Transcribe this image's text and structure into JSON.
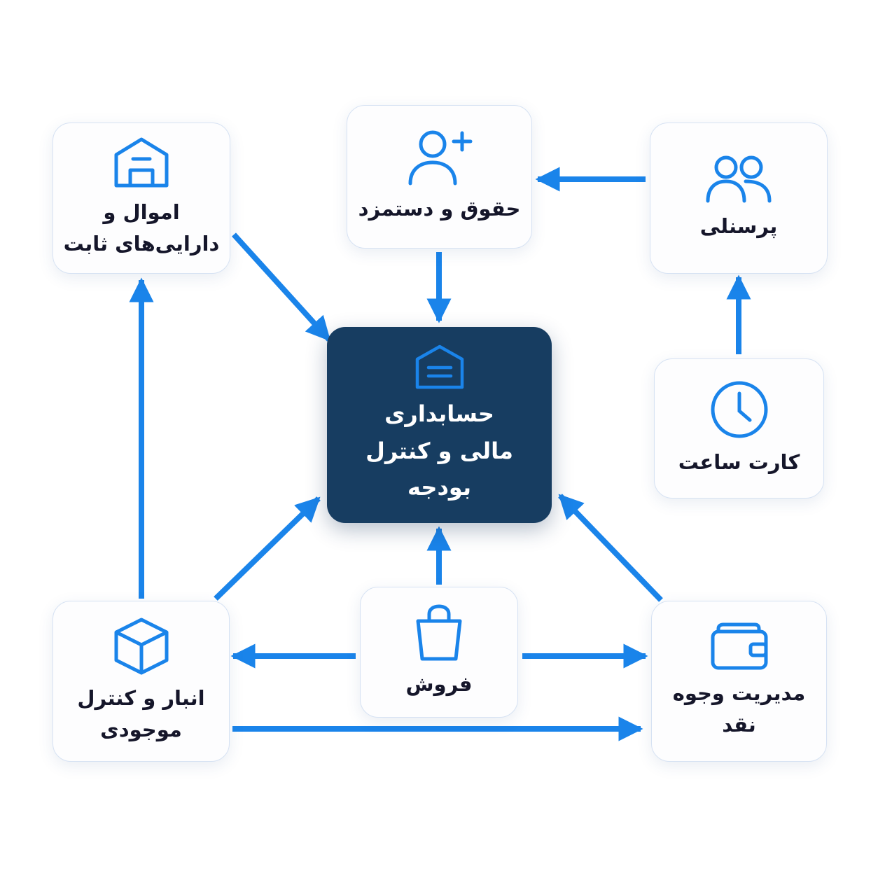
{
  "colors": {
    "accent": "#1a84ea",
    "center_fill": "#173d61",
    "card_fill": "#fdfdfe",
    "card_border": "#d6e2f3",
    "text_dark": "#15162a",
    "text_light": "#ffffff"
  },
  "nodes": {
    "assets": {
      "line1": "اموال و",
      "line2": "دارایی‌های ثابت",
      "icon": "warehouse-icon"
    },
    "payroll": {
      "line1": "حقوق و دستمزد",
      "icon": "user-plus-icon"
    },
    "personnel": {
      "line1": "پرسنلی",
      "icon": "users-icon"
    },
    "center": {
      "line1": "حسابداری",
      "line2": "مالی و کنترل",
      "line3": "بودجه",
      "icon": "warehouse-icon"
    },
    "timecard": {
      "line1": "کارت ساعت",
      "icon": "clock-icon"
    },
    "inventory": {
      "line1": "انبار و کنترل",
      "line2": "موجودی",
      "icon": "box-icon"
    },
    "sales": {
      "line1": "فروش",
      "icon": "shopping-bag-icon"
    },
    "cash": {
      "line1": "مدیریت وجوه",
      "line2": "نقد",
      "icon": "wallet-icon"
    }
  },
  "edges": [
    {
      "from": "personnel",
      "to": "payroll"
    },
    {
      "from": "payroll",
      "to": "center"
    },
    {
      "from": "assets",
      "to": "center"
    },
    {
      "from": "timecard",
      "to": "personnel"
    },
    {
      "from": "inventory",
      "to": "assets"
    },
    {
      "from": "inventory",
      "to": "center"
    },
    {
      "from": "sales",
      "to": "center"
    },
    {
      "from": "cash",
      "to": "center"
    },
    {
      "from": "sales",
      "to": "inventory"
    },
    {
      "from": "sales",
      "to": "cash"
    },
    {
      "from": "inventory",
      "to": "cash"
    }
  ]
}
